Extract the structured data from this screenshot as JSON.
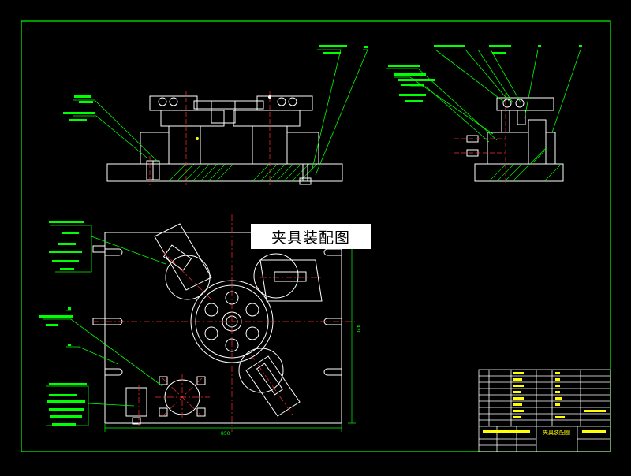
{
  "drawing": {
    "title": "夹具装配图",
    "title_block_name": "夹具装配图",
    "colors": {
      "background": "#000000",
      "outline": "#ffffff",
      "border": "#00ff00",
      "center_lines": "#ff0000",
      "hatch": "#00ff00",
      "callouts": "#00ff00",
      "highlight": "#ffff00",
      "annotation": "#ff5050"
    },
    "dims": {
      "plate_width": "850",
      "plate_height": "420"
    }
  }
}
